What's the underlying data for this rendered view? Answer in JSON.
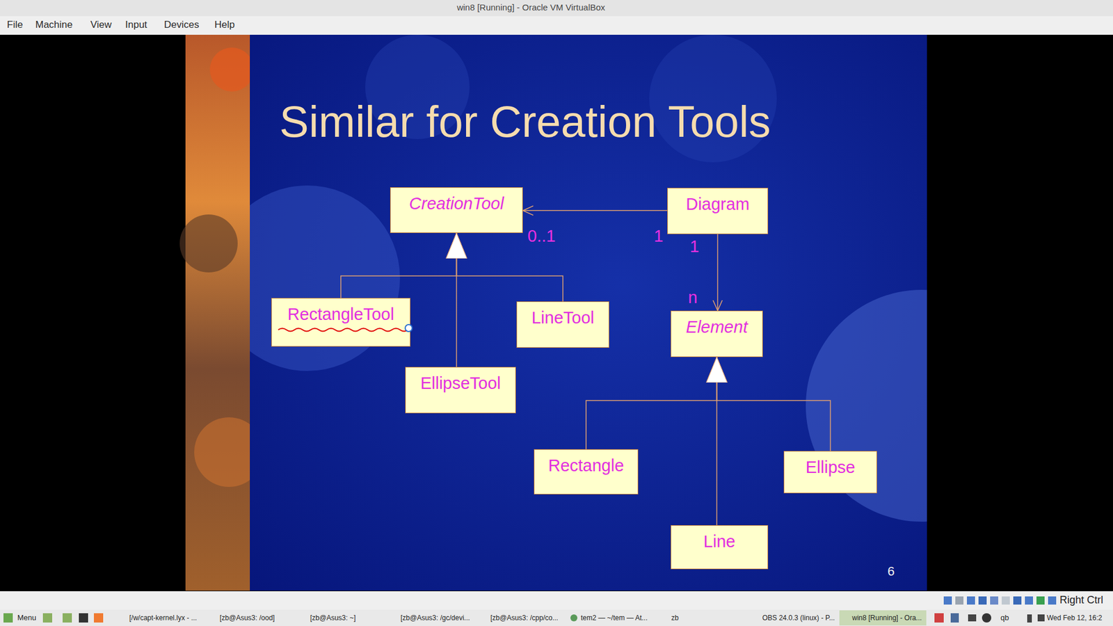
{
  "diagram": {
    "title": "Similar for Creation Tools",
    "nodes": [
      {
        "text": [
          "CreationTool"
        ]
      },
      {
        "text": [
          "Diagram"
        ]
      },
      {
        "text": [
          "RectangleTool"
        ]
      },
      {
        "text": [
          "LineTool"
        ]
      },
      {
        "text": [
          "Element"
        ]
      },
      {
        "text": [
          "EllipseTool"
        ]
      },
      {
        "text": [
          "Rectangle"
        ]
      },
      {
        "text": [
          "Ellipse"
        ]
      },
      {
        "text": [
          "Line"
        ]
      }
    ],
    "edges": [
      {
        "from": 1,
        "to": 0,
        "arrow": "to"
      },
      {
        "from": 1,
        "to": 4,
        "arrow": "to"
      },
      {
        "from": 2,
        "to": 0,
        "arrow": "to"
      },
      {
        "from": 3,
        "to": 0,
        "arrow": "to"
      },
      {
        "from": 5,
        "to": 0,
        "arrow": "to"
      },
      {
        "from": 6,
        "to": 4,
        "arrow": "to"
      },
      {
        "from": 7,
        "to": 4,
        "arrow": "to"
      },
      {
        "from": 8,
        "to": 4,
        "arrow": "to"
      }
    ],
    "labels": [
      "win8 [Running] - Oracle VM VirtualBox",
      "File",
      "Machine",
      "View",
      "Input",
      "Devices",
      "Help",
      "0..1",
      "1",
      "1",
      "n",
      "6",
      "Right Ctrl",
      "Menu",
      "[/w/capt-kernel.lyx - ...",
      "[zb@Asus3: /ood]",
      "[zb@Asus3: ~]",
      "[zb@Asus3: /gc/devi...",
      "[zb@Asus3: /cpp/co...",
      "tem2 — ~/tem — At...",
      "zb",
      "OBS 24.0.3 (linux) - P...",
      "win8 [Running] - Ora...",
      "qb",
      "Wed Feb 12, 16:2"
    ]
  }
}
